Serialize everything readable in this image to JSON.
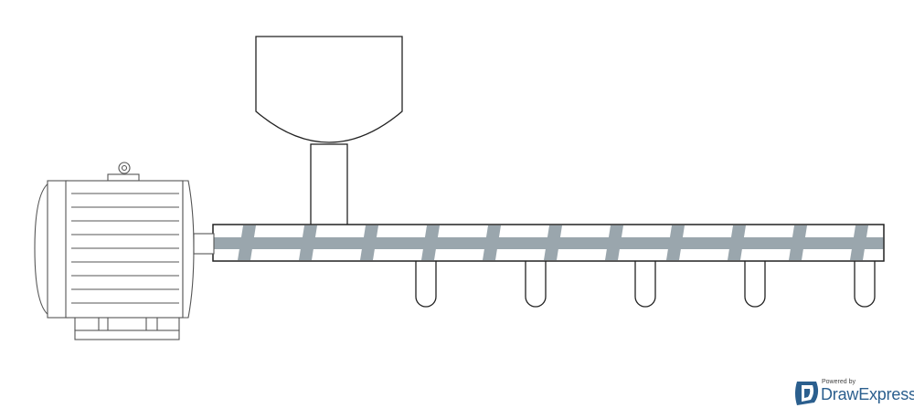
{
  "watermark": {
    "powered_by": "Powered by",
    "brand": "DrawExpress"
  },
  "colors": {
    "line": "#222222",
    "motor_line": "#555555",
    "flight": "#9aa6ad",
    "brand": "#2b5f8e"
  },
  "parts": {
    "motor": "motor",
    "hopper": "hopper",
    "screw_conveyor": "screw-conveyor",
    "discharge_outlets": 5,
    "screw_flights": 11
  }
}
